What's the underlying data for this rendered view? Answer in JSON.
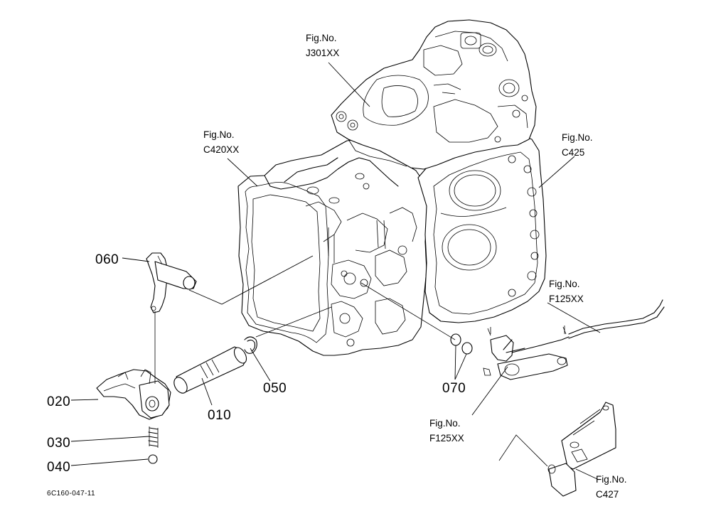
{
  "diagram": {
    "drawing_code": "6C160-047-11",
    "colors": {
      "line": "#000000",
      "background": "#ffffff"
    },
    "part_callouts": [
      {
        "id": "010",
        "label": "010"
      },
      {
        "id": "020",
        "label": "020"
      },
      {
        "id": "030",
        "label": "030"
      },
      {
        "id": "040",
        "label": "040"
      },
      {
        "id": "050",
        "label": "050"
      },
      {
        "id": "060",
        "label": "060"
      },
      {
        "id": "070",
        "label": "070"
      }
    ],
    "figure_refs": [
      {
        "id": "j301",
        "line1": "Fig.No.",
        "line2": "J301XX"
      },
      {
        "id": "c420",
        "line1": "Fig.No.",
        "line2": "C420XX"
      },
      {
        "id": "c425",
        "line1": "Fig.No.",
        "line2": "C425"
      },
      {
        "id": "f125-top",
        "line1": "Fig.No.",
        "line2": "F125XX"
      },
      {
        "id": "f125-bottom",
        "line1": "Fig.No.",
        "line2": "F125XX"
      },
      {
        "id": "c427",
        "line1": "Fig.No.",
        "line2": "C427"
      }
    ]
  }
}
